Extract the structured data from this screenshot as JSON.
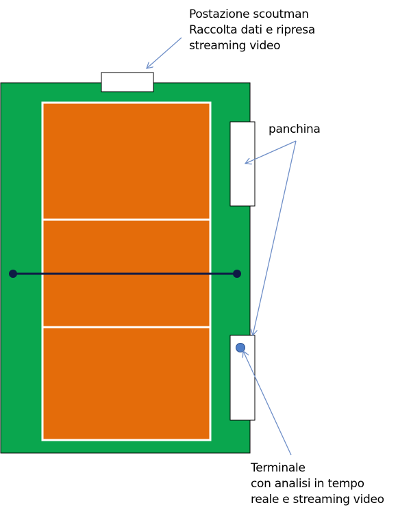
{
  "labels": {
    "scoutman": {
      "line1": "Postazione scoutman",
      "line2": "Raccolta dati e ripresa",
      "line3": "streaming video"
    },
    "panchina": {
      "line1": "panchina"
    },
    "terminale": {
      "line1": "Terminale",
      "line2": "con analisi in tempo",
      "line3": "reale e streaming video"
    }
  },
  "colors": {
    "field_green": "#0aa64e",
    "court_orange": "#e46c0a",
    "court_lines": "#ffffff",
    "net": "#0f1a45",
    "arrow": "#6f8fc8",
    "terminal_dot": "#4f7ec8",
    "outline": "#000000"
  }
}
